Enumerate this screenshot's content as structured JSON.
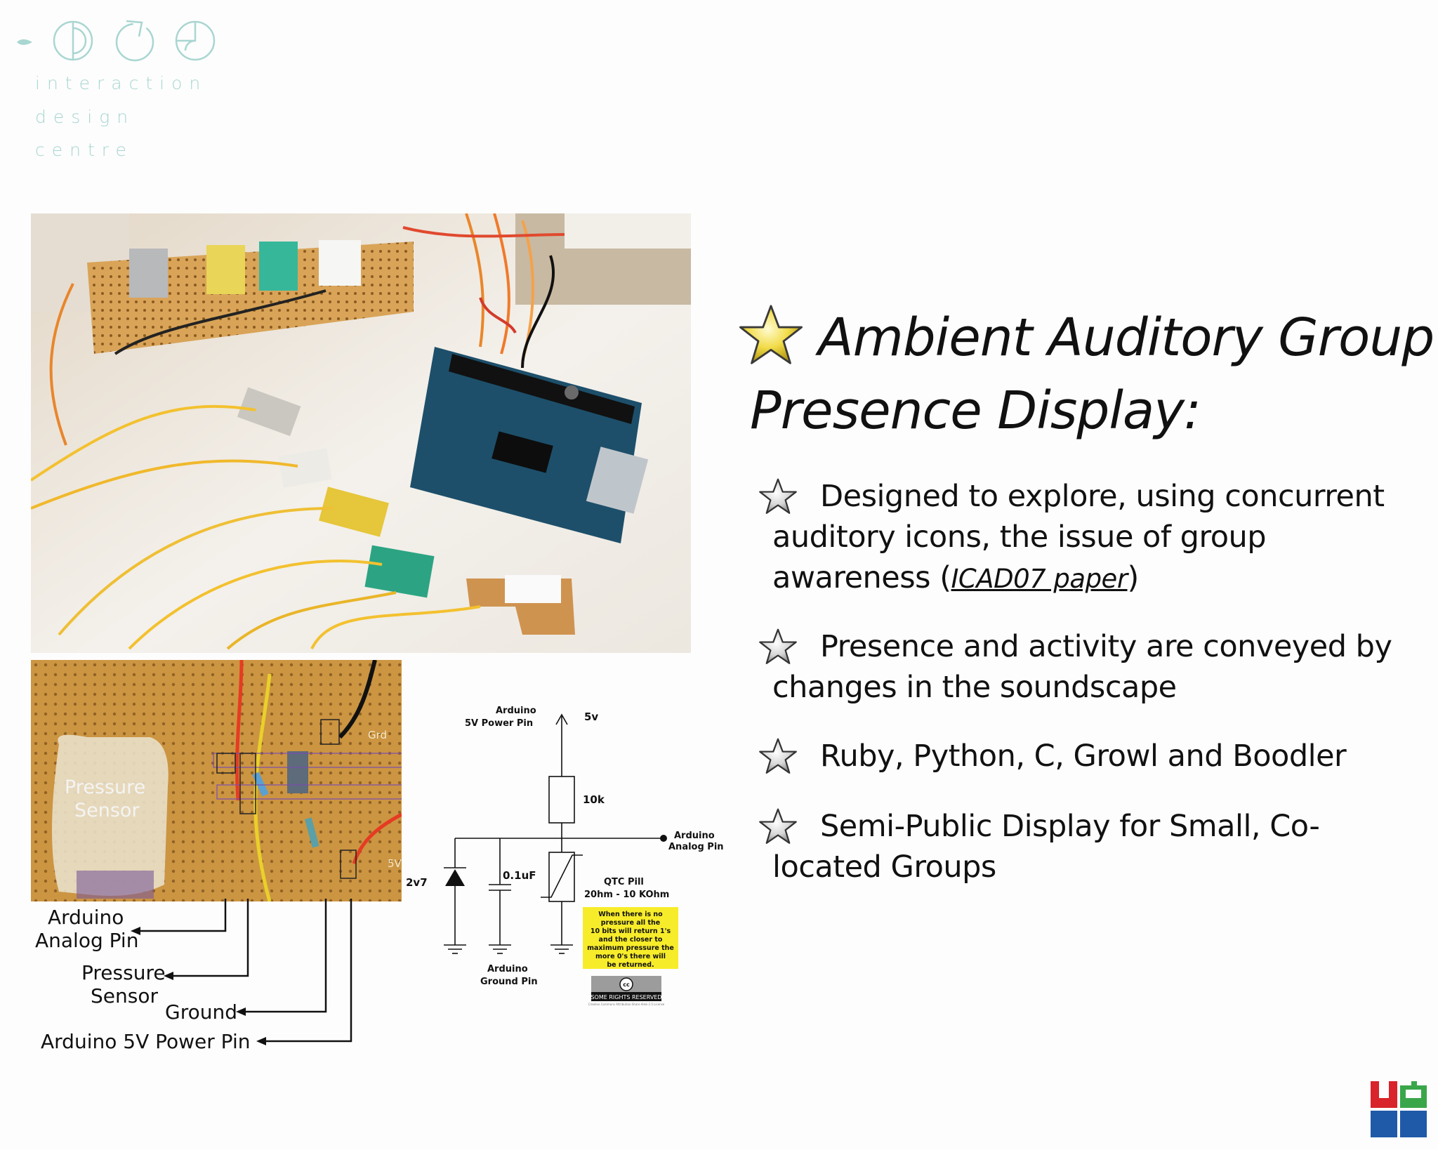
{
  "logo": {
    "lines": [
      "interaction",
      "design",
      "centre"
    ],
    "color": "#a9d6d1"
  },
  "title": {
    "line1": "Ambient Auditory Group",
    "line2": "Presence Display:"
  },
  "bullets": [
    {
      "lines": [
        "Designed to explore, using concurrent",
        "auditory icons, the issue of group",
        "awareness ("
      ],
      "link": "ICAD07 paper",
      "after": ")"
    },
    {
      "lines": [
        "Presence and activity are conveyed by",
        "changes in the soundscape"
      ]
    },
    {
      "lines": [
        "Ruby, Python, C, Growl and Boodler"
      ]
    },
    {
      "lines": [
        "Semi-Public Display for Small, Co-",
        "located Groups"
      ]
    }
  ],
  "pcb": {
    "sensor_label_1": "Pressure",
    "sensor_label_2": "Sensor",
    "grd": "Grd",
    "fivev": "5V",
    "callouts": {
      "analog_1": "Arduino",
      "analog_2": "Analog Pin",
      "pressure_1": "Pressure",
      "pressure_2": "Sensor",
      "ground": "Ground",
      "power": "Arduino 5V Power Pin"
    }
  },
  "schematic": {
    "power_pin_1": "Arduino",
    "power_pin_2": "5V Power Pin",
    "fivev": "5v",
    "resistor": "10k",
    "analog_1": "Arduino",
    "analog_2": "Analog Pin",
    "zener": "2v7",
    "cap": "0.1uF",
    "qtc_1": "QTC Pill",
    "qtc_2": "20hm - 10 KOhm",
    "ground_1": "Arduino",
    "ground_2": "Ground Pin",
    "note": [
      "When there is no",
      "pressure all the",
      "10 bits will return 1's",
      "and the closer to",
      "maximum pressure the",
      "more 0's there will",
      "be returned."
    ],
    "cc_badge": "SOME RIGHTS RESERVED",
    "cc_mark": "cc",
    "cc_small": "Creative Commons Attribution-Share Alike 2.5 License"
  },
  "colors": {
    "accent_star": "#f2dc4a",
    "note_bg": "#f7ec2a",
    "brand_red": "#d8242a",
    "brand_blue": "#1f5aa8",
    "brand_green": "#3aa64a"
  }
}
